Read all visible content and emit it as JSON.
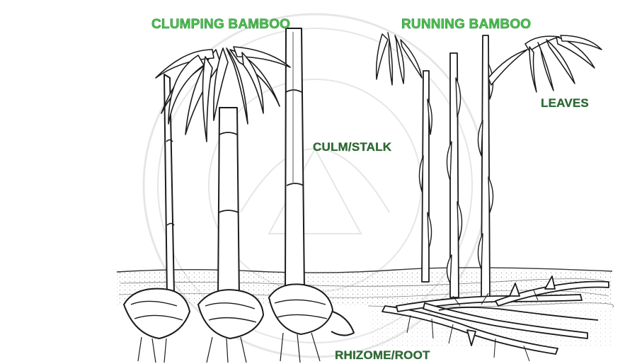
{
  "titles": {
    "clumping": "CLUMPING BAMBOO",
    "running": "RUNNING BAMBOO"
  },
  "labels": {
    "leaves": "LEAVES",
    "culm": "CULM/STALK",
    "rhizome": "RHIZOME/ROOT"
  },
  "colors": {
    "title_green": "#4cc44e",
    "label_green": "#2f6b34",
    "line": "#1b1b1b",
    "watermark": "#e4e4e4"
  }
}
